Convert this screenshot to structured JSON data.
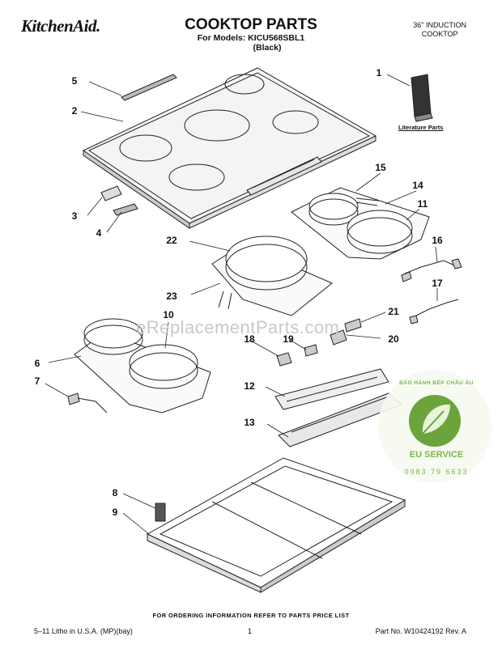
{
  "header": {
    "brand": "KitchenAid.",
    "title": "COOKTOP PARTS",
    "models_line": "For Models: KICU568SBL1",
    "variant": "(Black)",
    "product_type_line1": "36\" INDUCTION",
    "product_type_line2": "COOKTOP"
  },
  "literature_label": "Literature Parts",
  "watermark": "eReplacementParts.com",
  "badge": {
    "top_text": "BẢO HÀNH BẾP CHÂU ÂU",
    "middle_text": "EU SERVICE",
    "phone": "0983 79 6633",
    "accent_color": "#7ab648"
  },
  "callouts": [
    "1",
    "2",
    "3",
    "4",
    "5",
    "6",
    "7",
    "8",
    "9",
    "10",
    "11",
    "12",
    "13",
    "14",
    "15",
    "16",
    "17",
    "18",
    "19",
    "20",
    "21",
    "22",
    "23"
  ],
  "footer": {
    "ordering_note": "FOR ORDERING INFORMATION REFER TO PARTS PRICE LIST",
    "litho": "5–11 Litho in U.S.A. (MP)(bay)",
    "page_number": "1",
    "part_number": "Part No. W10424192 Rev. A"
  }
}
